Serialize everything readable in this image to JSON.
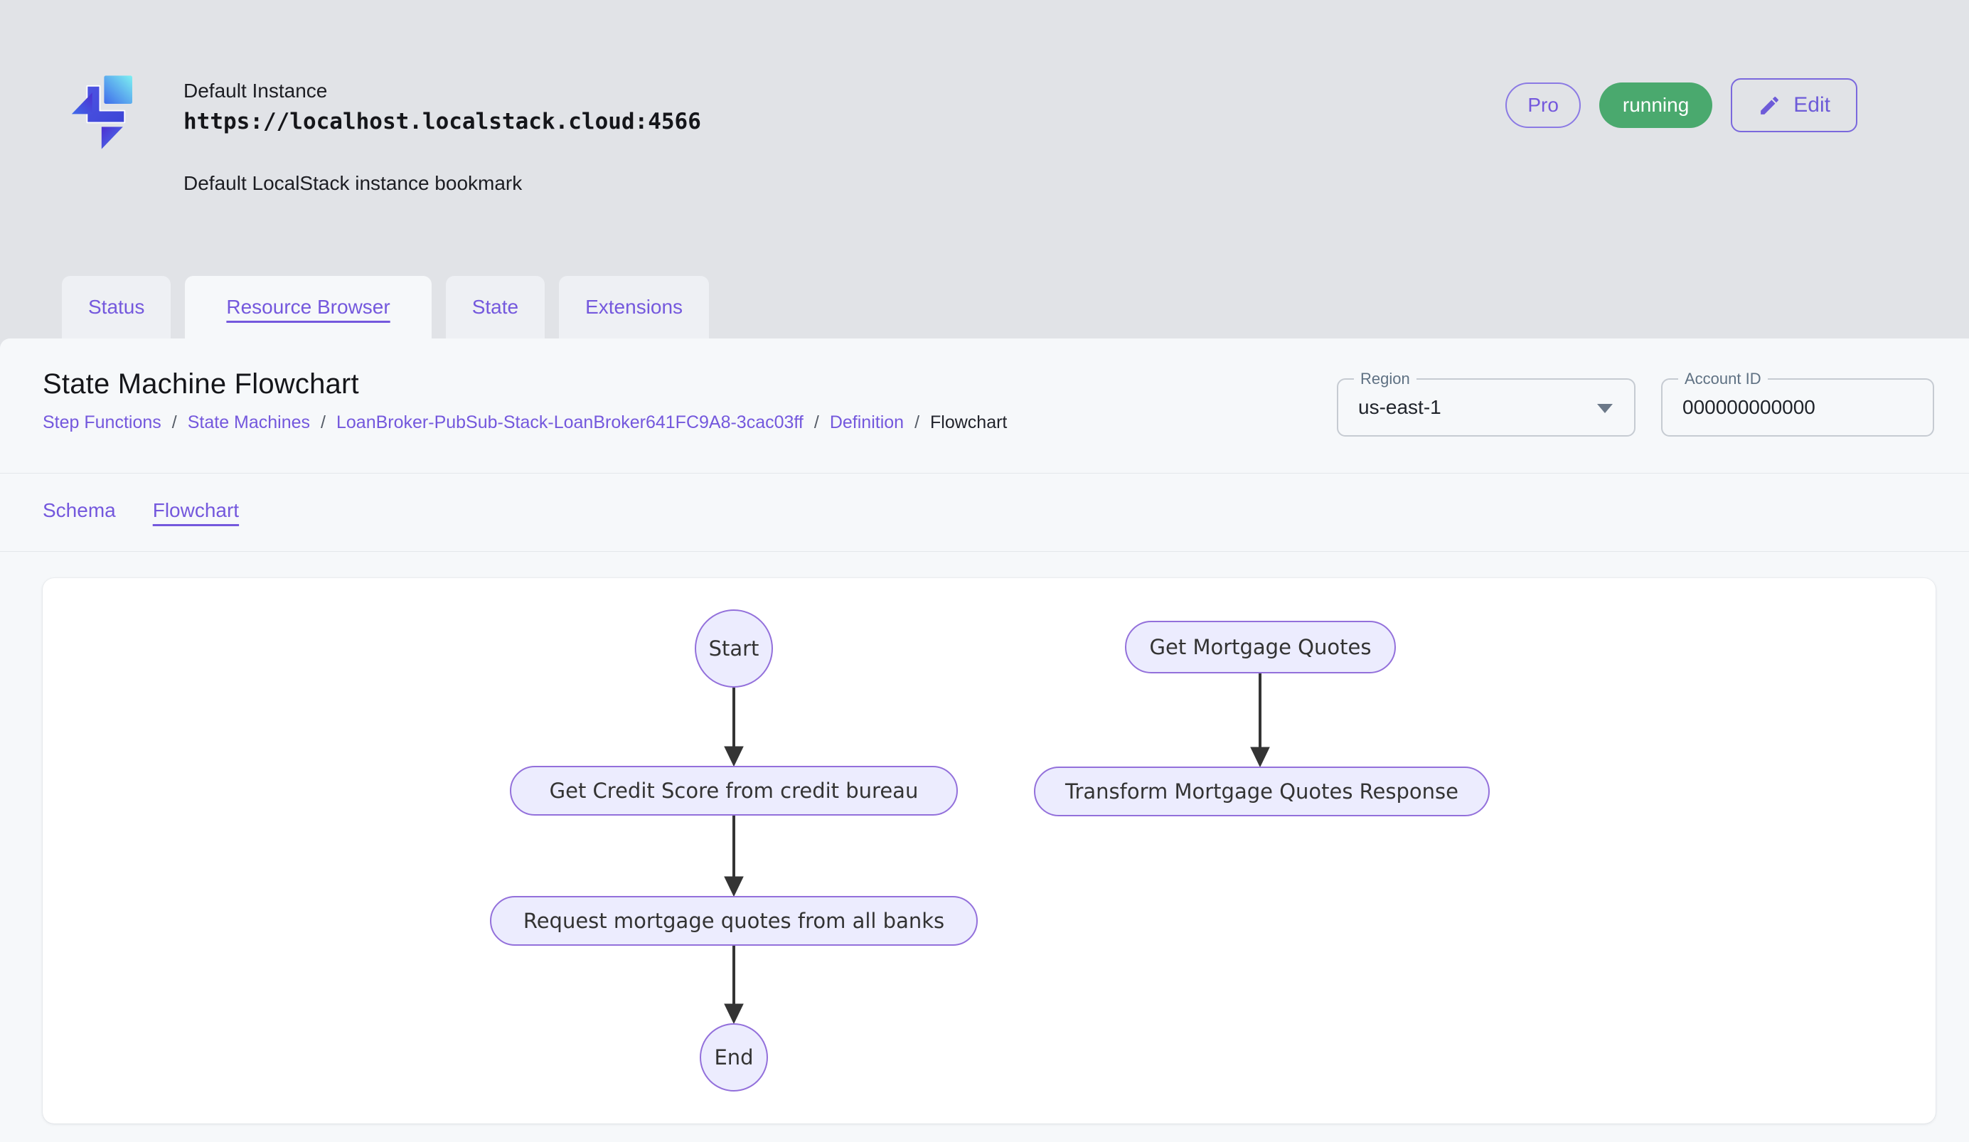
{
  "header": {
    "instance_name": "Default Instance",
    "instance_url": "https://localhost.localstack.cloud:4566",
    "instance_description": "Default LocalStack instance bookmark",
    "pro_badge": "Pro",
    "status_badge": "running",
    "edit_button": "Edit"
  },
  "tabs": [
    {
      "label": "Status",
      "active": false
    },
    {
      "label": "Resource Browser",
      "active": true
    },
    {
      "label": "State",
      "active": false
    },
    {
      "label": "Extensions",
      "active": false
    }
  ],
  "page": {
    "title": "State Machine Flowchart",
    "breadcrumb_separator": "/",
    "breadcrumb": [
      {
        "label": "Step Functions"
      },
      {
        "label": "State Machines"
      },
      {
        "label": "LoanBroker-PubSub-Stack-LoanBroker641FC9A8-3cac03ff"
      },
      {
        "label": "Definition"
      },
      {
        "label": "Flowchart"
      }
    ],
    "region": {
      "label": "Region",
      "value": "us-east-1"
    },
    "account_id": {
      "label": "Account ID",
      "value": "000000000000"
    }
  },
  "subtabs": [
    {
      "label": "Schema",
      "active": false
    },
    {
      "label": "Flowchart",
      "active": true
    }
  ],
  "flowchart": {
    "nodes": [
      {
        "id": "start",
        "label": "Start",
        "shape": "ellipse"
      },
      {
        "id": "get-credit-score",
        "label": "Get Credit Score from credit bureau",
        "shape": "stadium"
      },
      {
        "id": "request-quotes",
        "label": "Request mortgage quotes from all banks",
        "shape": "stadium"
      },
      {
        "id": "end",
        "label": "End",
        "shape": "ellipse"
      },
      {
        "id": "get-mortgage-quotes",
        "label": "Get Mortgage Quotes",
        "shape": "stadium"
      },
      {
        "id": "transform-response",
        "label": "Transform Mortgage Quotes Response",
        "shape": "stadium"
      }
    ],
    "edges": [
      {
        "from": "start",
        "to": "get-credit-score"
      },
      {
        "from": "get-credit-score",
        "to": "request-quotes"
      },
      {
        "from": "request-quotes",
        "to": "end"
      },
      {
        "from": "get-mortgage-quotes",
        "to": "transform-response"
      }
    ]
  },
  "colors": {
    "accent_purple": "#7458dd",
    "badge_green": "#4aa96e",
    "node_fill": "#ececfe",
    "node_border": "#9370db",
    "arrow": "#343434",
    "page_background": "#e1e3e7",
    "panel_background": "#f6f8fa"
  }
}
